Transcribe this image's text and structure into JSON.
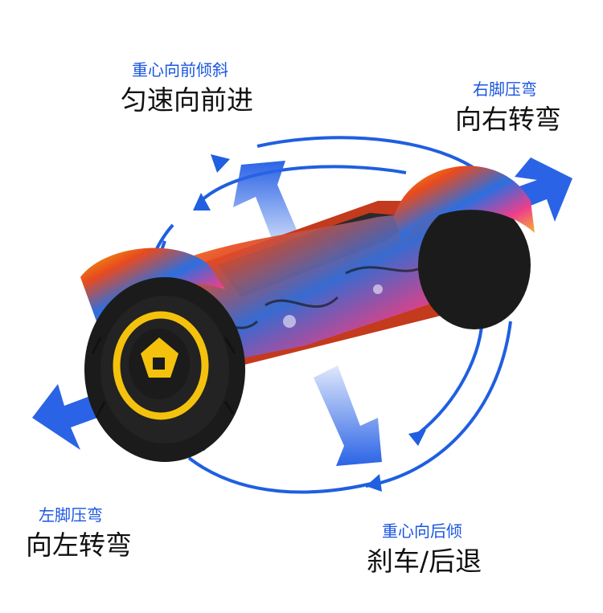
{
  "labels": {
    "forward": {
      "sub": "重心向前倾斜",
      "main": "匀速向前进"
    },
    "right_turn": {
      "sub": "右脚压弯",
      "main": "向右转弯"
    },
    "left_turn": {
      "sub": "左脚压弯",
      "main": "向左转弯"
    },
    "backward": {
      "sub": "重心向后倾",
      "main": "刹车/后退"
    }
  },
  "colors": {
    "accent_blue": "#1a56e0",
    "arrow_blue": "#2f6fe8",
    "text_dark": "#111111",
    "tire": "#1b1b1b",
    "rim_yellow": "#f4c20d"
  },
  "icons": {
    "board": "hoverboard-illustration",
    "rotation": "circular-rotation-arrows"
  }
}
